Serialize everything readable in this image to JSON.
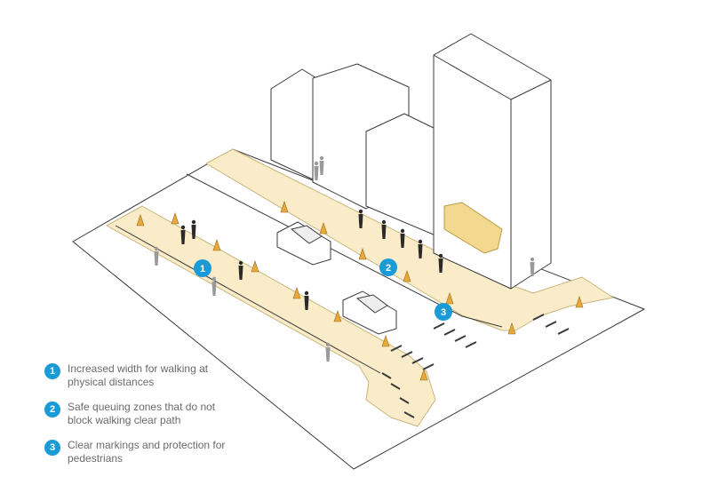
{
  "colors": {
    "accent": "#1a9ad6",
    "walkway": "#faecc8",
    "cone": "#e7a93b",
    "line": "#3a3a3a",
    "legend_text": "#6b6b6b"
  },
  "markers": [
    {
      "number": "1"
    },
    {
      "number": "2"
    },
    {
      "number": "3"
    }
  ],
  "legend": [
    {
      "number": "1",
      "text": "Increased width for walking at physical distances"
    },
    {
      "number": "2",
      "text": "Safe queuing zones that do not block walking clear path"
    },
    {
      "number": "3",
      "text": "Clear markings and protection for pedestrians"
    }
  ]
}
